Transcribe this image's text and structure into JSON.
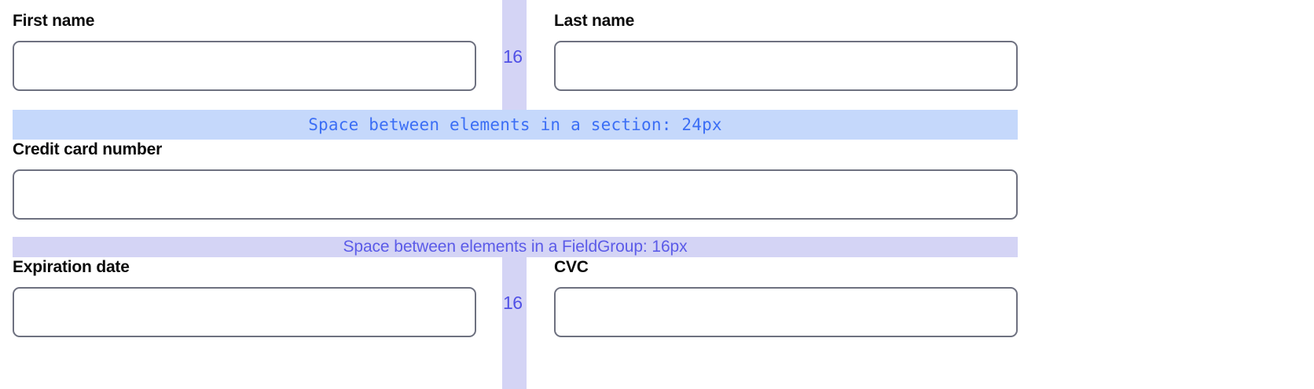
{
  "colors": {
    "band_section_bg": "#c5d8fb",
    "band_section_text": "#3b6ef5",
    "band_fieldgroup_bg": "#d4d4f5",
    "band_fieldgroup_text": "#5b5be8",
    "gutter_bg": "#d4d4f5",
    "gutter_text": "#5050e6",
    "input_border": "#6e7180",
    "label_text": "#0a0a0a",
    "page_bg": "#ffffff"
  },
  "form": {
    "rows": [
      {
        "name": "name-row",
        "fields": [
          {
            "label": "First name",
            "value": "",
            "placeholder": ""
          },
          {
            "label": "Last name",
            "value": "",
            "placeholder": ""
          }
        ]
      },
      {
        "name": "card-row",
        "fields": [
          {
            "label": "Credit card number",
            "value": "",
            "placeholder": ""
          }
        ]
      },
      {
        "name": "expiry-row",
        "fields": [
          {
            "label": "Expiration date",
            "value": "",
            "placeholder": ""
          },
          {
            "label": "CVC",
            "value": "",
            "placeholder": ""
          }
        ]
      }
    ]
  },
  "annotations": {
    "section_band": {
      "text": "Space between elements in a section: 24px",
      "value": 24,
      "unit": "px"
    },
    "fieldgroup_band": {
      "text": "Space between elements in a FieldGroup: 16px",
      "value": 16,
      "unit": "px"
    },
    "gutters": [
      {
        "name": "name-row-gutter",
        "label": "16",
        "value": 16,
        "unit": "px"
      },
      {
        "name": "expiry-row-gutter",
        "label": "16",
        "value": 16,
        "unit": "px"
      }
    ]
  }
}
